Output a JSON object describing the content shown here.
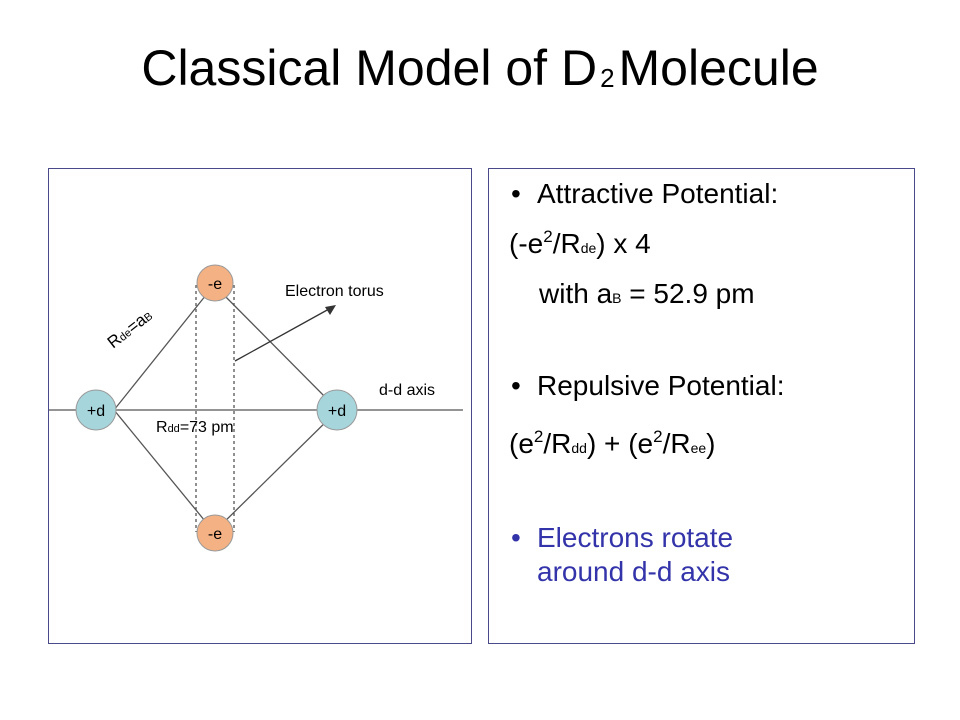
{
  "slide": {
    "title": {
      "main": "Classical Model of D",
      "sub": "2",
      "tail": "Molecule"
    }
  },
  "diagram": {
    "nodes": {
      "electron_top": "-e",
      "electron_bottom": "-e",
      "deuteron_left": "+d",
      "deuteron_right": "+d"
    },
    "labels": {
      "electron_torus": "Electron torus",
      "dd_axis": "d-d axis",
      "rdd_main": "R",
      "rdd_sub": "dd",
      "rdd_value": "=73 pm",
      "rde_main": "R",
      "rde_sub": "de",
      "rde_eq": "=a",
      "rde_sub2": "B"
    },
    "colors": {
      "electron_fill": "#f4b183",
      "deuteron_fill": "#a6d5dc",
      "node_stroke": "#9a9a9a",
      "line_color": "#555555"
    }
  },
  "text": {
    "bullet": "•",
    "attractive": {
      "heading": "Attractive Potential:",
      "formula": {
        "open": "(-e",
        "sup": "2",
        "mid": "/R",
        "sub": "de",
        "close": ") x 4"
      },
      "with": {
        "pre": "with a",
        "sub": "B",
        "post": " = 52.9 pm"
      }
    },
    "repulsive": {
      "heading": "Repulsive Potential:",
      "formula": {
        "p1": "(e",
        "sup1": "2",
        "p2": "/R",
        "sub1": "dd",
        "p3": ") + (e",
        "sup2": "2",
        "p4": "/R",
        "sub2": "ee",
        "p5": ")"
      }
    },
    "electrons": {
      "line1": "Electrons rotate",
      "line2": "around d-d axis",
      "color": "#3333aa"
    }
  }
}
